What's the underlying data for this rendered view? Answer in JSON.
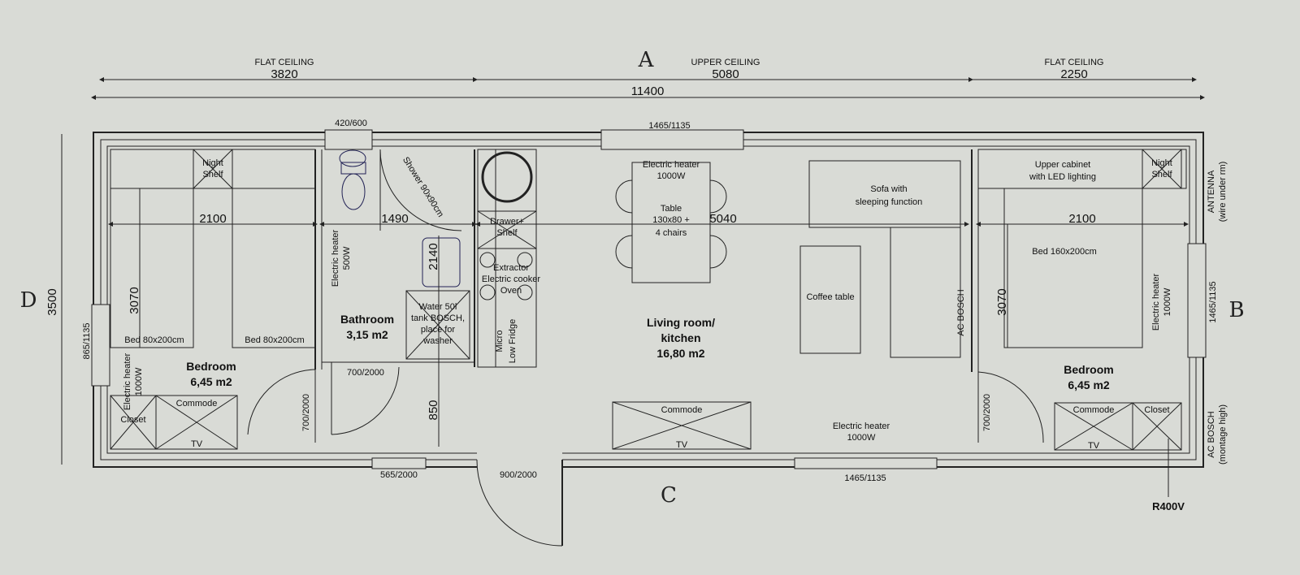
{
  "axis_labels": {
    "top": "A",
    "bottom": "C",
    "left": "D",
    "right": "B"
  },
  "ceiling": {
    "left": {
      "label": "FLAT CEILING",
      "length": "3820"
    },
    "middle": {
      "label": "UPPER CEILING",
      "length": "5080"
    },
    "right": {
      "label": "FLAT CEILING",
      "length": "2250"
    },
    "total": "11400"
  },
  "height_dim": "3500",
  "windows": {
    "top_bathroom": "420/600",
    "top_living": "1465/1135",
    "bottom_bathroom": "565/2000",
    "bottom_living": "1465/1135",
    "left_bedroom": "865/1135",
    "right_bedroom": "1465/1135"
  },
  "doors": {
    "entrance": "900/2000",
    "bedroom_left": "700/2000",
    "bathroom": "700/2000",
    "bedroom_right": "700/2000",
    "dim_850": "850"
  },
  "rooms": {
    "bedroom_left": {
      "name": "Bedroom",
      "area": "6,45 m2"
    },
    "bathroom": {
      "name": "Bathroom",
      "area": "3,15 m2"
    },
    "living": {
      "name1": "Living room/",
      "name2": "kitchen",
      "area": "16,80 m2"
    },
    "bedroom_right": {
      "name": "Bedroom",
      "area": "6,45 m2"
    }
  },
  "interior_dims": {
    "bed_left_width": "2100",
    "bed_left_length": "3070",
    "bathroom_width": "1490",
    "bathroom_length": "2140",
    "living_width": "5040",
    "bed_right_width": "2100",
    "bed_right_length": "3070"
  },
  "furniture": {
    "night_shelf_1": "Night",
    "night_shelf_2": "Shelf",
    "bed_80_a": "Bed 80x200cm",
    "bed_80_b": "Bed 80x200cm",
    "closet": "Closet",
    "commode": "Commode",
    "tv": "TV",
    "heater_left_1": "Electric heater",
    "heater_left_2": "1000W",
    "heater_bath_1": "Electric heater",
    "heater_bath_2": "500W",
    "shower": "Shower 90x90cm",
    "water_tank_1": "Water 50l",
    "water_tank_2": "tank BOSCH,",
    "water_tank_3": "place for",
    "water_tank_4": "washer",
    "drawer_1": "Drawer+",
    "drawer_2": "Shelf",
    "extractor_1": "Extractor",
    "extractor_2": "Electric cooker",
    "extractor_3": "Oven",
    "micro": "Micro",
    "fridge": "Low Fridge",
    "heater_top_1": "Electric heater",
    "heater_top_2": "1000W",
    "table_1": "Table",
    "table_2": "130x80 +",
    "table_3": "4 chairs",
    "sofa_1": "Sofa with",
    "sofa_2": "sleeping function",
    "coffee_table": "Coffee table",
    "ac_bosch": "AC BOSCH",
    "upper_cabinet_1": "Upper cabinet",
    "upper_cabinet_2": "with LED lighting",
    "bed_160": "Bed 160x200cm",
    "heater_right_1": "Electric heater",
    "heater_right_2": "1000W",
    "heater_bottom_1": "Electric heater",
    "heater_bottom_2": "1000W"
  },
  "side_notes": {
    "antenna_1": "ANTENNA",
    "antenna_2": "(wire under rm)",
    "ac_1": "AC BOSCH",
    "ac_2": "(montage high)",
    "power": "R400V"
  }
}
